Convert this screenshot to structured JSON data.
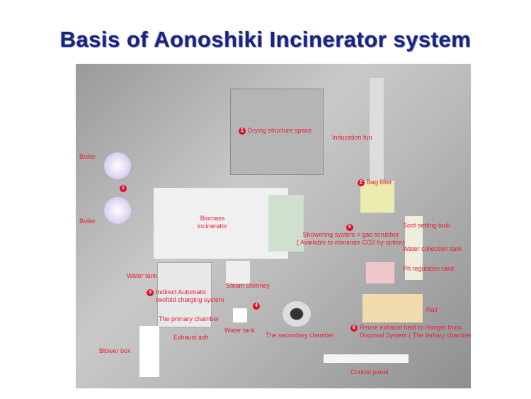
{
  "title": "Basis of Aonoshiki Incinerator system",
  "labels": {
    "drying": {
      "num": "1",
      "text": "Drying structure space"
    },
    "induction_fan": "Inducation fun",
    "boiler_top": "Boiler",
    "boiler_mid_num": "1",
    "boiler_bottom": "Boiler",
    "bag_filter": {
      "num": "2",
      "text": "Bag filter"
    },
    "biomass": "Biomass\nincinerator",
    "scrubber": {
      "num": "5",
      "line1": "Showering system = gas scrubber",
      "line2": "( Available to eliminate CO2   by option)"
    },
    "soot": "Soot setting tank",
    "water_collection": "Water collection tank",
    "ph": "Ph regulation tank",
    "water_tank_left": "Water tank",
    "steam_chimney": "Steam chimney",
    "charging": {
      "num": "3",
      "line1": "Indirect Automatic",
      "line2": "twofold charging system"
    },
    "num4": "4",
    "rail": "Rail",
    "primary": "The primary chamber",
    "water_tank_mid": "Water tank",
    "exhaust_ash": "Exhaust ash",
    "secondary": "The secondary chamber",
    "reuse": {
      "num": "6",
      "line1": "Reuse exhaust heat to Hanger hook",
      "line2": "Disposal System ( The tertiary chamber )"
    },
    "blower": "Blower box",
    "control": "Control panel"
  }
}
